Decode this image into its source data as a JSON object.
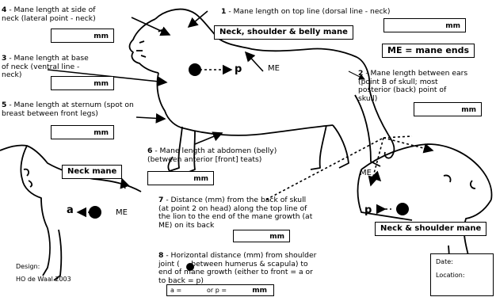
{
  "items": {
    "i4": {
      "num": "4",
      "text": " - Mane length at side of\nneck (lateral point - neck)"
    },
    "i1": {
      "num": "1",
      "text": " - Mane length on top line (dorsal line - neck)"
    },
    "i3": {
      "num": "3",
      "text": " - Mane length at base\nof neck (ventral line -\nneck)"
    },
    "i2": {
      "num": "2",
      "text": " - Mane length between ears\n(point B of skull; most\nposterior (back) point of\nskull)"
    },
    "i5": {
      "num": "5",
      "text": " - Mane length at sternum (spot on\nbreast between front legs)"
    },
    "i6": {
      "num": "6",
      "text": " - Mane length at abdomen (belly)\n(between anterior [front] teats)"
    },
    "i7": {
      "num": "7",
      "text": " - Distance (mm) from the back of skull\n(at point 2 on head) along the top line of\nthe lion to the end of the mane growth (at\nME) on its back"
    },
    "i8": {
      "num": "8",
      "text": " - Horizontal distance (mm) from shoulder\njoint (     between humerus & scapula) to\nend of mane growth (either to front = a or\nto back = p)"
    }
  },
  "unit": "mm",
  "labels": {
    "neck_shoulder_belly": "Neck, shoulder & belly mane",
    "me_def": "ME = mane ends",
    "neck_mane": "Neck mane",
    "neck_shoulder": "Neck & shoulder mane"
  },
  "markers": {
    "me": "ME",
    "p": "p",
    "a": "a"
  },
  "field8": {
    "a": "a =",
    "or_p": "or p =",
    "unit": "mm"
  },
  "design": {
    "line1": "Design:",
    "line2": "HO de Waal 2003"
  },
  "meta": {
    "date": "Date:",
    "location": "Location:"
  }
}
